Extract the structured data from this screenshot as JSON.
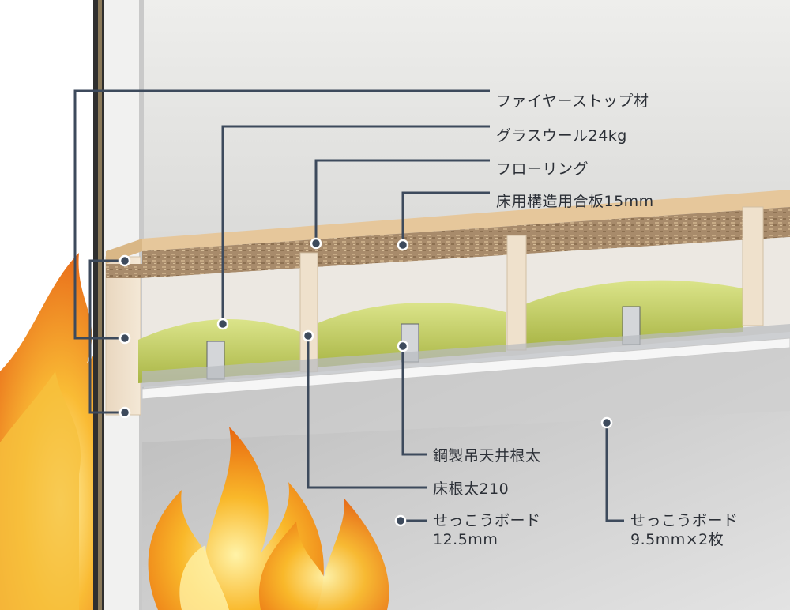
{
  "labels": {
    "fire_stop": "ファイヤーストップ材",
    "glass_wool": "グラスウール24kg",
    "flooring": "フローリング",
    "plywood": "床用構造用合板15mm",
    "steel_joist": "鋼製吊天井根太",
    "floor_joist": "床根太210",
    "gypsum_wall_line1": "せっこうボード",
    "gypsum_wall_line2": "12.5mm",
    "gypsum_ceiling_line1": "せっこうボード",
    "gypsum_ceiling_line2": "9.5mm×2枚"
  },
  "colors": {
    "leader": "#3d4a5c",
    "flame": "#f39a1e",
    "glass_wool": "#c9d36a",
    "wall": "#dedede",
    "ceiling_board": "#d9d9d9"
  }
}
